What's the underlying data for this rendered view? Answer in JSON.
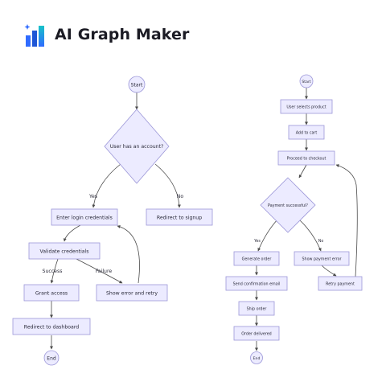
{
  "app": {
    "name": "AI Graph Maker"
  },
  "colors": {
    "node_fill": "#ECEBFF",
    "node_stroke": "#9C97D8",
    "edge": "#4A4A4A",
    "logo_blue": "#2F6BFF",
    "logo_teal": "#17C3C8"
  },
  "diagram_left": {
    "nodes": {
      "start": "Start",
      "decision": "User has an account?",
      "login": "Enter login credentials",
      "signup": "Redirect to signup",
      "validate": "Validate credentials",
      "grant": "Grant access",
      "error": "Show error and retry",
      "dashboard": "Redirect to dashboard",
      "end": "End"
    },
    "edges": {
      "yes": "Yes",
      "no": "No",
      "success": "Success",
      "failure": "Failure"
    }
  },
  "diagram_right": {
    "nodes": {
      "start": "Start",
      "select": "User selects product",
      "cart": "Add to cart",
      "checkout": "Proceed to checkout",
      "decision": "Payment successful?",
      "order": "Generate order",
      "error": "Show payment error",
      "email": "Send confirmation email",
      "retry": "Retry payment",
      "ship": "Ship order",
      "delivered": "Order delivered",
      "end": "End"
    },
    "edges": {
      "yes": "Yes",
      "no": "No"
    }
  }
}
